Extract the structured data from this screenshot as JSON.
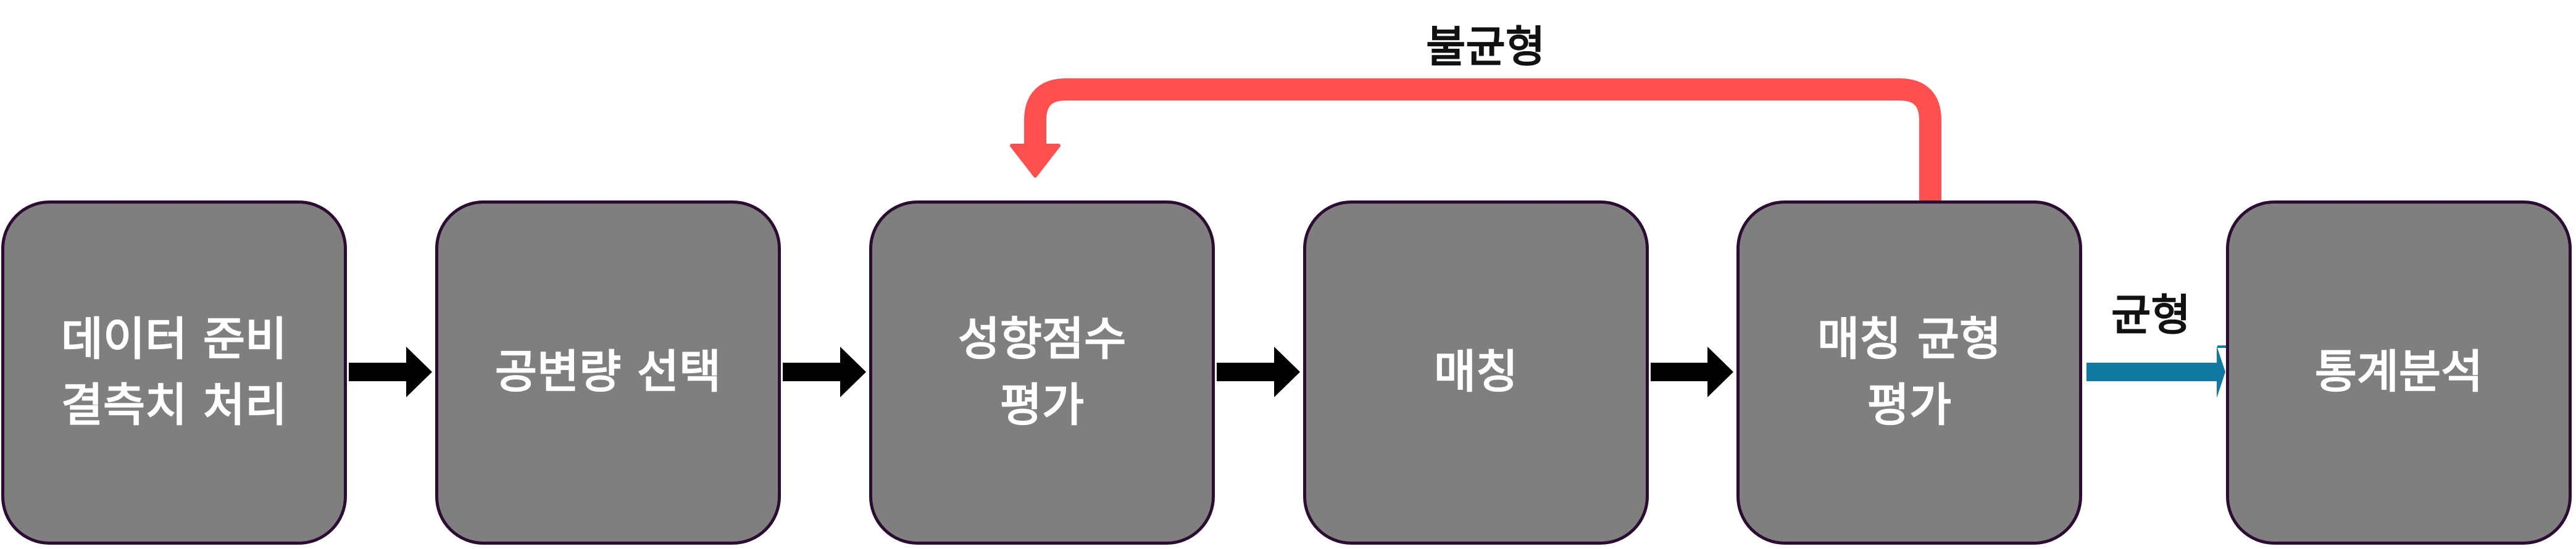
{
  "nodes": [
    {
      "lines": [
        "데이터 준비",
        "결측치 처리"
      ]
    },
    {
      "lines": [
        "공변량 선택"
      ]
    },
    {
      "lines": [
        "성향점수",
        "평가"
      ]
    },
    {
      "lines": [
        "매칭"
      ]
    },
    {
      "lines": [
        "매칭 균형",
        "평가"
      ]
    },
    {
      "lines": [
        "통계분석"
      ]
    }
  ],
  "edges": {
    "unbalanced_label": "불균형",
    "balanced_label": "균형"
  },
  "colors": {
    "node_fill": "#7f7f7f",
    "node_border": "#2c0c33",
    "arrow_default": "#000000",
    "arrow_unbalanced": "#ff5050",
    "arrow_balanced": "#127aa2"
  }
}
